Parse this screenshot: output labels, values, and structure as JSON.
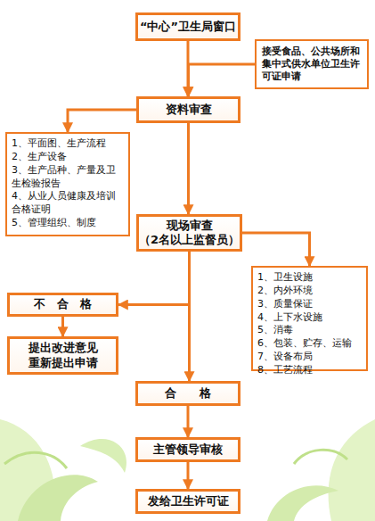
{
  "diagram": {
    "nodes": [
      {
        "text": [
          "“中心”卫生局窗口"
        ]
      },
      {
        "text": [
          "接受食品、公共场所和集中式供水单位卫生许可证申请"
        ]
      },
      {
        "text": [
          "资料审查"
        ]
      },
      {
        "text": [
          "1、平面图、生产流程",
          "2、生产设备",
          "3、生产品种、产量及卫生检验报告",
          "4、从业人员健康及培训合格证明",
          "5、管理组织、制度"
        ]
      },
      {
        "text": [
          "现场审查 （2名以上监督员）"
        ]
      },
      {
        "text": [
          "1、卫生设施",
          "2、内外环境",
          "3、质量保证",
          "4、上下水设施",
          "5、消毒",
          "6、包装、贮存、运输",
          "7、设备布局",
          "8、工艺流程"
        ]
      },
      {
        "text": [
          "不　合　格"
        ]
      },
      {
        "text": [
          "提出改进意见 重新提出申请"
        ]
      },
      {
        "text": [
          "合　　格"
        ]
      },
      {
        "text": [
          "主管领导审核"
        ]
      },
      {
        "text": [
          "发给卫生许可证"
        ]
      }
    ],
    "edges": [
      {
        "from": 0,
        "to": 2,
        "arrow": "to"
      },
      {
        "from": 1,
        "to": 2,
        "arrow": "to"
      },
      {
        "from": 2,
        "to": 3,
        "arrow": "to"
      },
      {
        "from": 2,
        "to": 4,
        "arrow": "to"
      },
      {
        "from": 4,
        "to": 5,
        "arrow": "to"
      },
      {
        "from": 4,
        "to": 6,
        "arrow": "to"
      },
      {
        "from": 4,
        "to": 8,
        "arrow": "to"
      },
      {
        "from": 6,
        "to": 7,
        "arrow": "to"
      },
      {
        "from": 8,
        "to": 9,
        "arrow": "to"
      },
      {
        "from": 9,
        "to": 10,
        "arrow": "to"
      }
    ]
  }
}
